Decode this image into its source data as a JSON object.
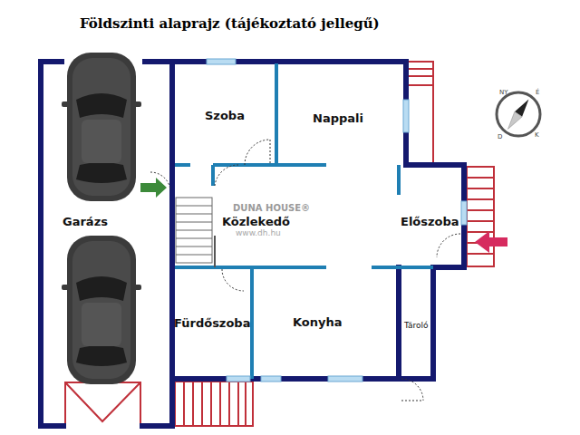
{
  "diagram": {
    "title": "Földszinti alaprajz (tájékoztató jellegű)",
    "labels": [
      "Szoba",
      "Nappali",
      "Garázs",
      "Közlekedő",
      "Előszoba",
      "Fürdőszoba",
      "Konyha",
      "Tároló",
      "DUNA HOUSE®",
      "www.dh.hu",
      "NY",
      "É",
      "D",
      "K"
    ]
  }
}
